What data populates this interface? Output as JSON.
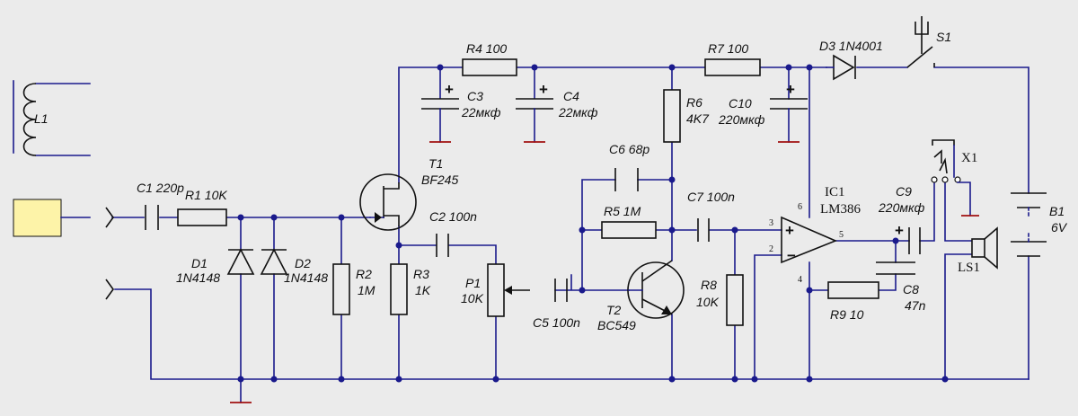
{
  "diagram": {
    "components": {
      "L1": "L1",
      "C1": "C1 220p",
      "R1": "R1  10K",
      "D1": [
        "D1",
        "1N4148"
      ],
      "D2": [
        "D2",
        "1N4148"
      ],
      "R2": [
        "R2",
        "1M"
      ],
      "T1": [
        "T1",
        "BF245"
      ],
      "R3": [
        "R3",
        "1K"
      ],
      "C2": "C2  100n",
      "P1": [
        "P1",
        "10K"
      ],
      "R4": "R4  100",
      "C3": [
        "C3",
        "22мкф"
      ],
      "C4": [
        "C4",
        "22мкф"
      ],
      "C5": "C5  100n",
      "T2": [
        "T2",
        "BC549"
      ],
      "C6": "C6  68p",
      "R5": "R5  1M",
      "R6": [
        "R6",
        "4K7"
      ],
      "R7": "R7  100",
      "C10": [
        "C10",
        "220мкф"
      ],
      "C7": "C7  100n",
      "R8": [
        "R8",
        "10K"
      ],
      "D3": "D3  1N4001",
      "S1": "S1",
      "IC1": [
        "IC1",
        "LM386"
      ],
      "C9": [
        "C9",
        "220мкф"
      ],
      "X1": "X1",
      "R9": "R9  10",
      "C8": [
        "C8",
        "47n"
      ],
      "LS1": "LS1",
      "B1": [
        "B1",
        "6V"
      ]
    },
    "pins": {
      "p3": "3",
      "p2": "2",
      "p6": "6",
      "p4": "4",
      "p5": "5"
    },
    "polarity": {
      "plus": "+",
      "minus": "−"
    }
  }
}
